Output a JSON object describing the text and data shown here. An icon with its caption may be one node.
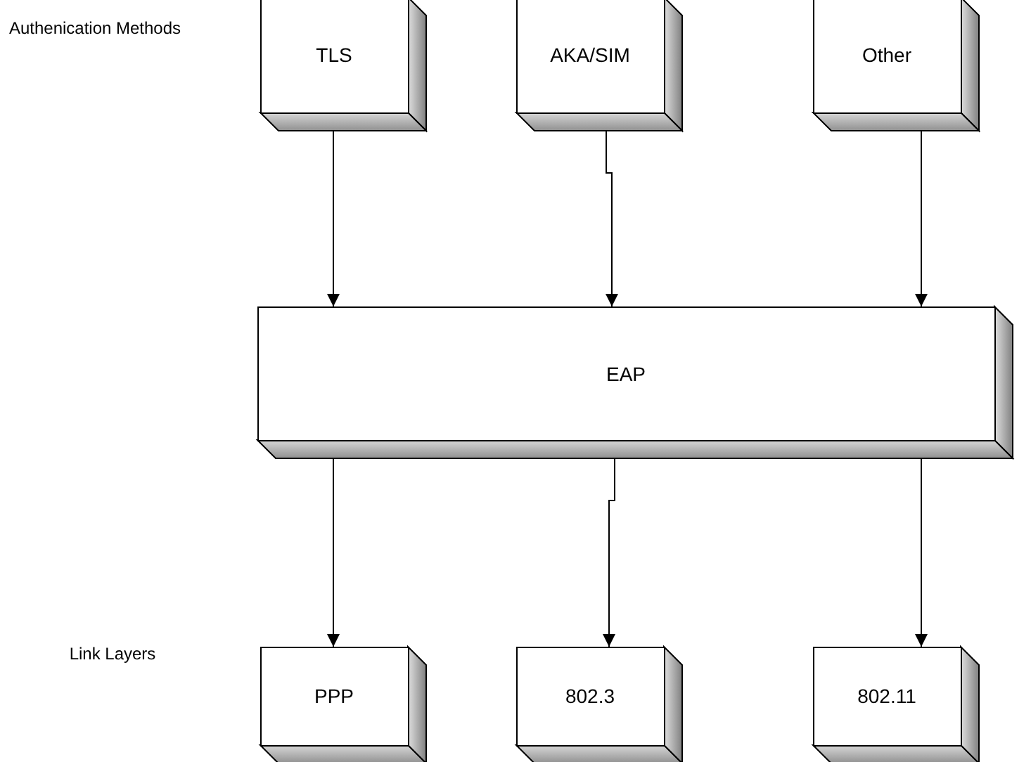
{
  "diagram": {
    "nodes": [
      {
        "text": [
          "TLS"
        ]
      },
      {
        "text": [
          "AKA/SIM"
        ]
      },
      {
        "text": [
          "Other"
        ]
      },
      {
        "text": [
          "EAP"
        ]
      },
      {
        "text": [
          "PPP"
        ]
      },
      {
        "text": [
          "802.3"
        ]
      },
      {
        "text": [
          "802.11"
        ]
      }
    ],
    "edges": [
      {
        "from": 0,
        "to": 3,
        "arrow": "to"
      },
      {
        "from": 1,
        "to": 3,
        "arrow": "to"
      },
      {
        "from": 2,
        "to": 3,
        "arrow": "to"
      },
      {
        "from": 3,
        "to": 4,
        "arrow": "to"
      },
      {
        "from": 3,
        "to": 5,
        "arrow": "to"
      },
      {
        "from": 3,
        "to": 6,
        "arrow": "to"
      }
    ],
    "labels": [
      "Authenication Methods",
      "Link Layers"
    ]
  }
}
